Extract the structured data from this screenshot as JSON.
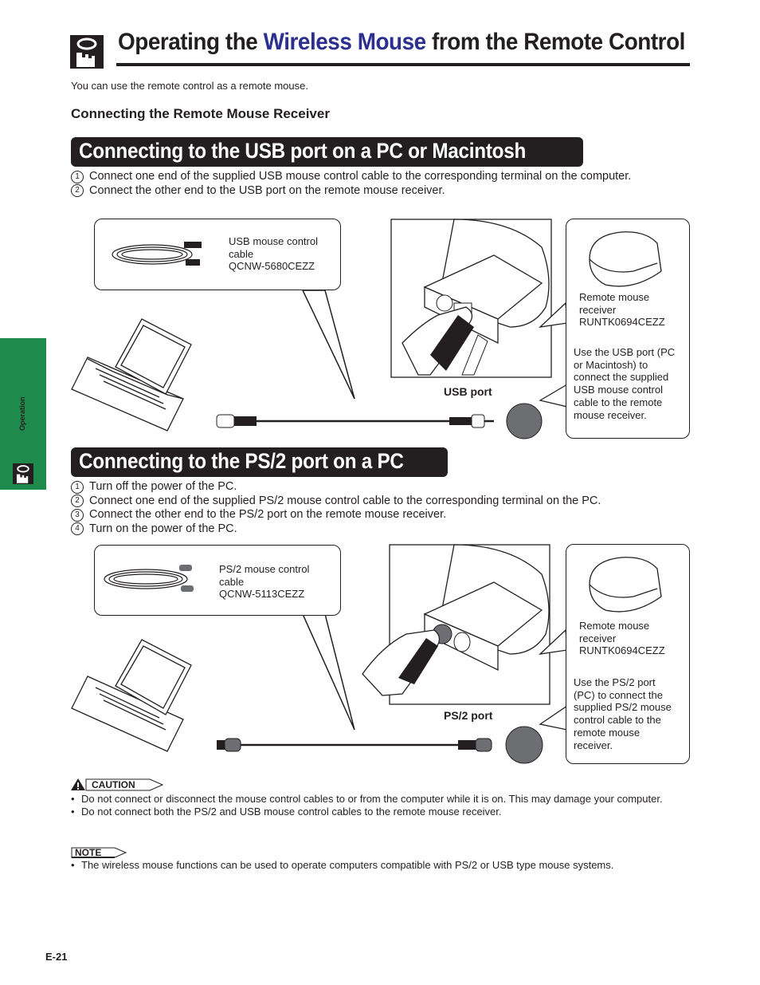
{
  "header": {
    "title_part1": "Operating the ",
    "title_accent": "Wireless Mouse",
    "title_part2": " from the Remote Control",
    "icon": "hand-pointer-icon"
  },
  "intro": "You can use the remote control as a remote mouse.",
  "subheading": "Connecting the Remote Mouse Receiver",
  "usb_section": {
    "banner": "Connecting to the USB port on a PC or Macintosh",
    "steps": [
      {
        "num": "1",
        "text": "Connect one end of the supplied USB mouse control cable to the corresponding terminal on the computer."
      },
      {
        "num": "2",
        "text": "Connect the other end to the USB port on the remote mouse receiver."
      }
    ],
    "cable_label": [
      "USB mouse control",
      "cable",
      "QCNW-5680CEZZ"
    ],
    "receiver_label": [
      "Remote mouse",
      "receiver",
      "RUNTK0694CEZZ"
    ],
    "note": [
      "Use the USB port (PC",
      "or Macintosh) to",
      "connect the supplied",
      "USB mouse control",
      "cable to the remote",
      "mouse receiver."
    ],
    "port_label": "USB port"
  },
  "ps2_section": {
    "banner": "Connecting to the PS/2 port on a PC",
    "steps": [
      {
        "num": "1",
        "text": "Turn off the power of the PC."
      },
      {
        "num": "2",
        "text": "Connect one end of the supplied PS/2 mouse control cable to the corresponding terminal on the PC."
      },
      {
        "num": "3",
        "text": "Connect the other end to the PS/2 port on the remote mouse receiver."
      },
      {
        "num": "4",
        "text": "Turn on the power of the PC."
      }
    ],
    "cable_label": [
      "PS/2 mouse control",
      "cable",
      "QCNW-5113CEZZ"
    ],
    "receiver_label": [
      "Remote mouse",
      "receiver",
      "RUNTK0694CEZZ"
    ],
    "note": [
      "Use the PS/2 port",
      "(PC) to connect the",
      "supplied PS/2 mouse",
      "control cable to the",
      "remote mouse",
      "receiver."
    ],
    "port_label": "PS/2 port"
  },
  "caution": {
    "label": "CAUTION",
    "items": [
      "Do not connect or disconnect the mouse control cables to or from the computer while it is on. This may damage your computer.",
      "Do not connect both the PS/2 and USB mouse control cables to the remote mouse receiver."
    ]
  },
  "note": {
    "label": "NOTE",
    "items": [
      "The wireless mouse functions can be used to operate computers compatible with PS/2 or USB type mouse systems."
    ]
  },
  "sidebar": {
    "label": "Operation",
    "color": "#1e8a4c"
  },
  "page_number": "E-21"
}
